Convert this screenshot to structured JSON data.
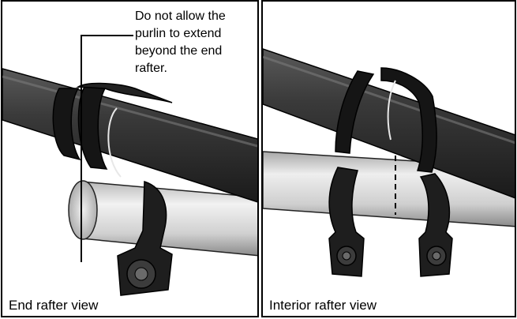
{
  "left_panel": {
    "caption": "End rafter view",
    "callout": "Do not allow the\npurlin to extend\nbeyond the end\nrafter."
  },
  "right_panel": {
    "caption": "Interior rafter view"
  },
  "colors": {
    "rafter_dark": "#2a2a2a",
    "purlin_light": "#d9d9d9",
    "outline": "#000000"
  }
}
